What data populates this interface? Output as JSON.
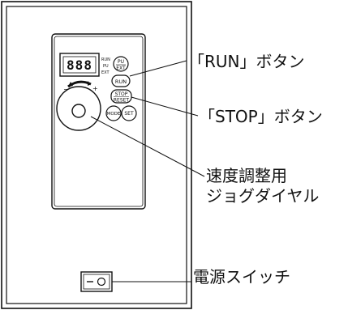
{
  "panel": {
    "display_digits": "888",
    "indicators": [
      "RUN",
      "PU",
      "EXT"
    ],
    "pu_ext_button": [
      "PU",
      "EXT"
    ],
    "run_button": "RUN",
    "stop_reset_button": [
      "STOP",
      "RESET"
    ],
    "mode_button": "MODE",
    "set_button": "SET",
    "dial_minus": "−",
    "dial_plus": "+"
  },
  "callouts": {
    "run": "「RUN」ボタン",
    "stop": "「STOP」ボタン",
    "speed_line1": "速度調整用",
    "speed_line2": "ジョグダイヤル",
    "power": "電源スイッチ"
  }
}
